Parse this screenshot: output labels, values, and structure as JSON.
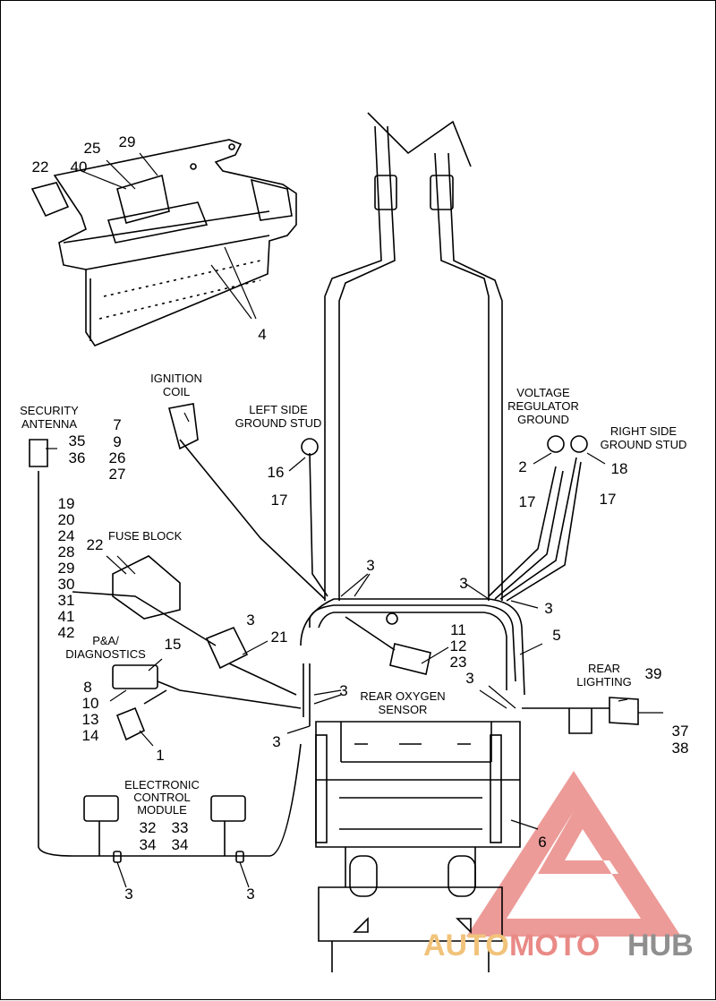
{
  "captions": {
    "ignition_coil": [
      "IGNITION",
      "COIL"
    ],
    "security_antenna": [
      "SECURITY",
      "ANTENNA"
    ],
    "left_ground": [
      "LEFT SIDE",
      "GROUND STUD"
    ],
    "voltage_regulator": [
      "VOLTAGE",
      "REGULATOR",
      "GROUND"
    ],
    "right_ground": [
      "RIGHT SIDE",
      "GROUND STUD"
    ],
    "fuse_block": "FUSE BLOCK",
    "pa_diagnostics": [
      "P&A/",
      "DIAGNOSTICS"
    ],
    "rear_oxygen": [
      "REAR OXYGEN",
      "SENSOR"
    ],
    "rear_lighting": [
      "REAR",
      "LIGHTING"
    ],
    "ecm": [
      "ELECTRONIC",
      "CONTROL",
      "MODULE"
    ]
  },
  "callouts": {
    "n25": "25",
    "n29": "29",
    "n22a": "22",
    "n40": "40",
    "n4": "4",
    "n7": "7",
    "n9": "9",
    "n26": "26",
    "n27": "27",
    "n35": "35",
    "n36": "36",
    "n16": "16",
    "n17a": "17",
    "n2": "2",
    "n17b": "17",
    "n18": "18",
    "n17c": "17",
    "n19": "19",
    "n20": "20",
    "n24": "24",
    "n28": "28",
    "n29b": "29",
    "n30": "30",
    "n31": "31",
    "n41": "41",
    "n42": "42",
    "n22b": "22",
    "n3a": "3",
    "n3b": "3",
    "n3c": "3",
    "n3d": "3",
    "n3e": "3",
    "n3f": "3",
    "n3g": "3",
    "n3h": "3",
    "n3i": "3",
    "n21": "21",
    "n11": "11",
    "n12": "12",
    "n23": "23",
    "n5": "5",
    "n15": "15",
    "n8": "8",
    "n10": "10",
    "n13": "13",
    "n14": "14",
    "n1": "1",
    "n39": "39",
    "n37": "37",
    "n38": "38",
    "n6": "6",
    "n32": "32",
    "n34a": "34",
    "n33": "33",
    "n34b": "34"
  },
  "watermark": {
    "part1": "AUTO",
    "part2": "MOTO",
    "part3": "HUB"
  },
  "colors": {
    "line": "#000000",
    "watermark_red": "#e98a86",
    "watermark_gold": "#f1c37a",
    "watermark_gray": "#8f8f8f"
  }
}
